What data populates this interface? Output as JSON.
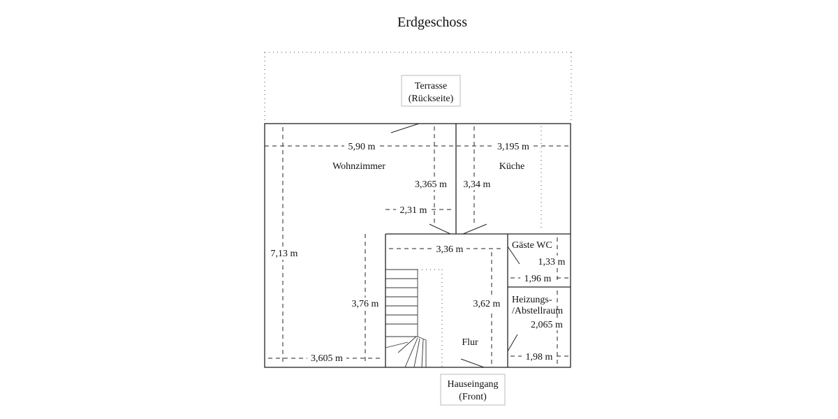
{
  "title": "Erdgeschoss",
  "rooms": {
    "terrace_line1": "Terrasse",
    "terrace_line2": "(Rückseite)",
    "living": "Wohnzimmer",
    "kitchen": "Küche",
    "guest_wc": "Gäste WC",
    "utility_line1": "Heizungs-",
    "utility_line2": "/Abstellraum",
    "hall": "Flur",
    "entrance_line1": "Hauseingang",
    "entrance_line2": "(Front)"
  },
  "dimensions": {
    "living_width": "5,90 m",
    "kitchen_width": "3,195 m",
    "living_depth_upper": "3,365 m",
    "kitchen_depth": "3,34 m",
    "living_notch": "2,31 m",
    "living_total_depth": "7,13 m",
    "hall_width": "3,36 m",
    "wc_depth": "1,33 m",
    "wc_width": "1,96 m",
    "living_lower_depth": "3,76 m",
    "hall_depth": "3,62 m",
    "utility_depth": "2,065 m",
    "living_lower_width": "3,605 m",
    "utility_width": "1,98 m"
  }
}
